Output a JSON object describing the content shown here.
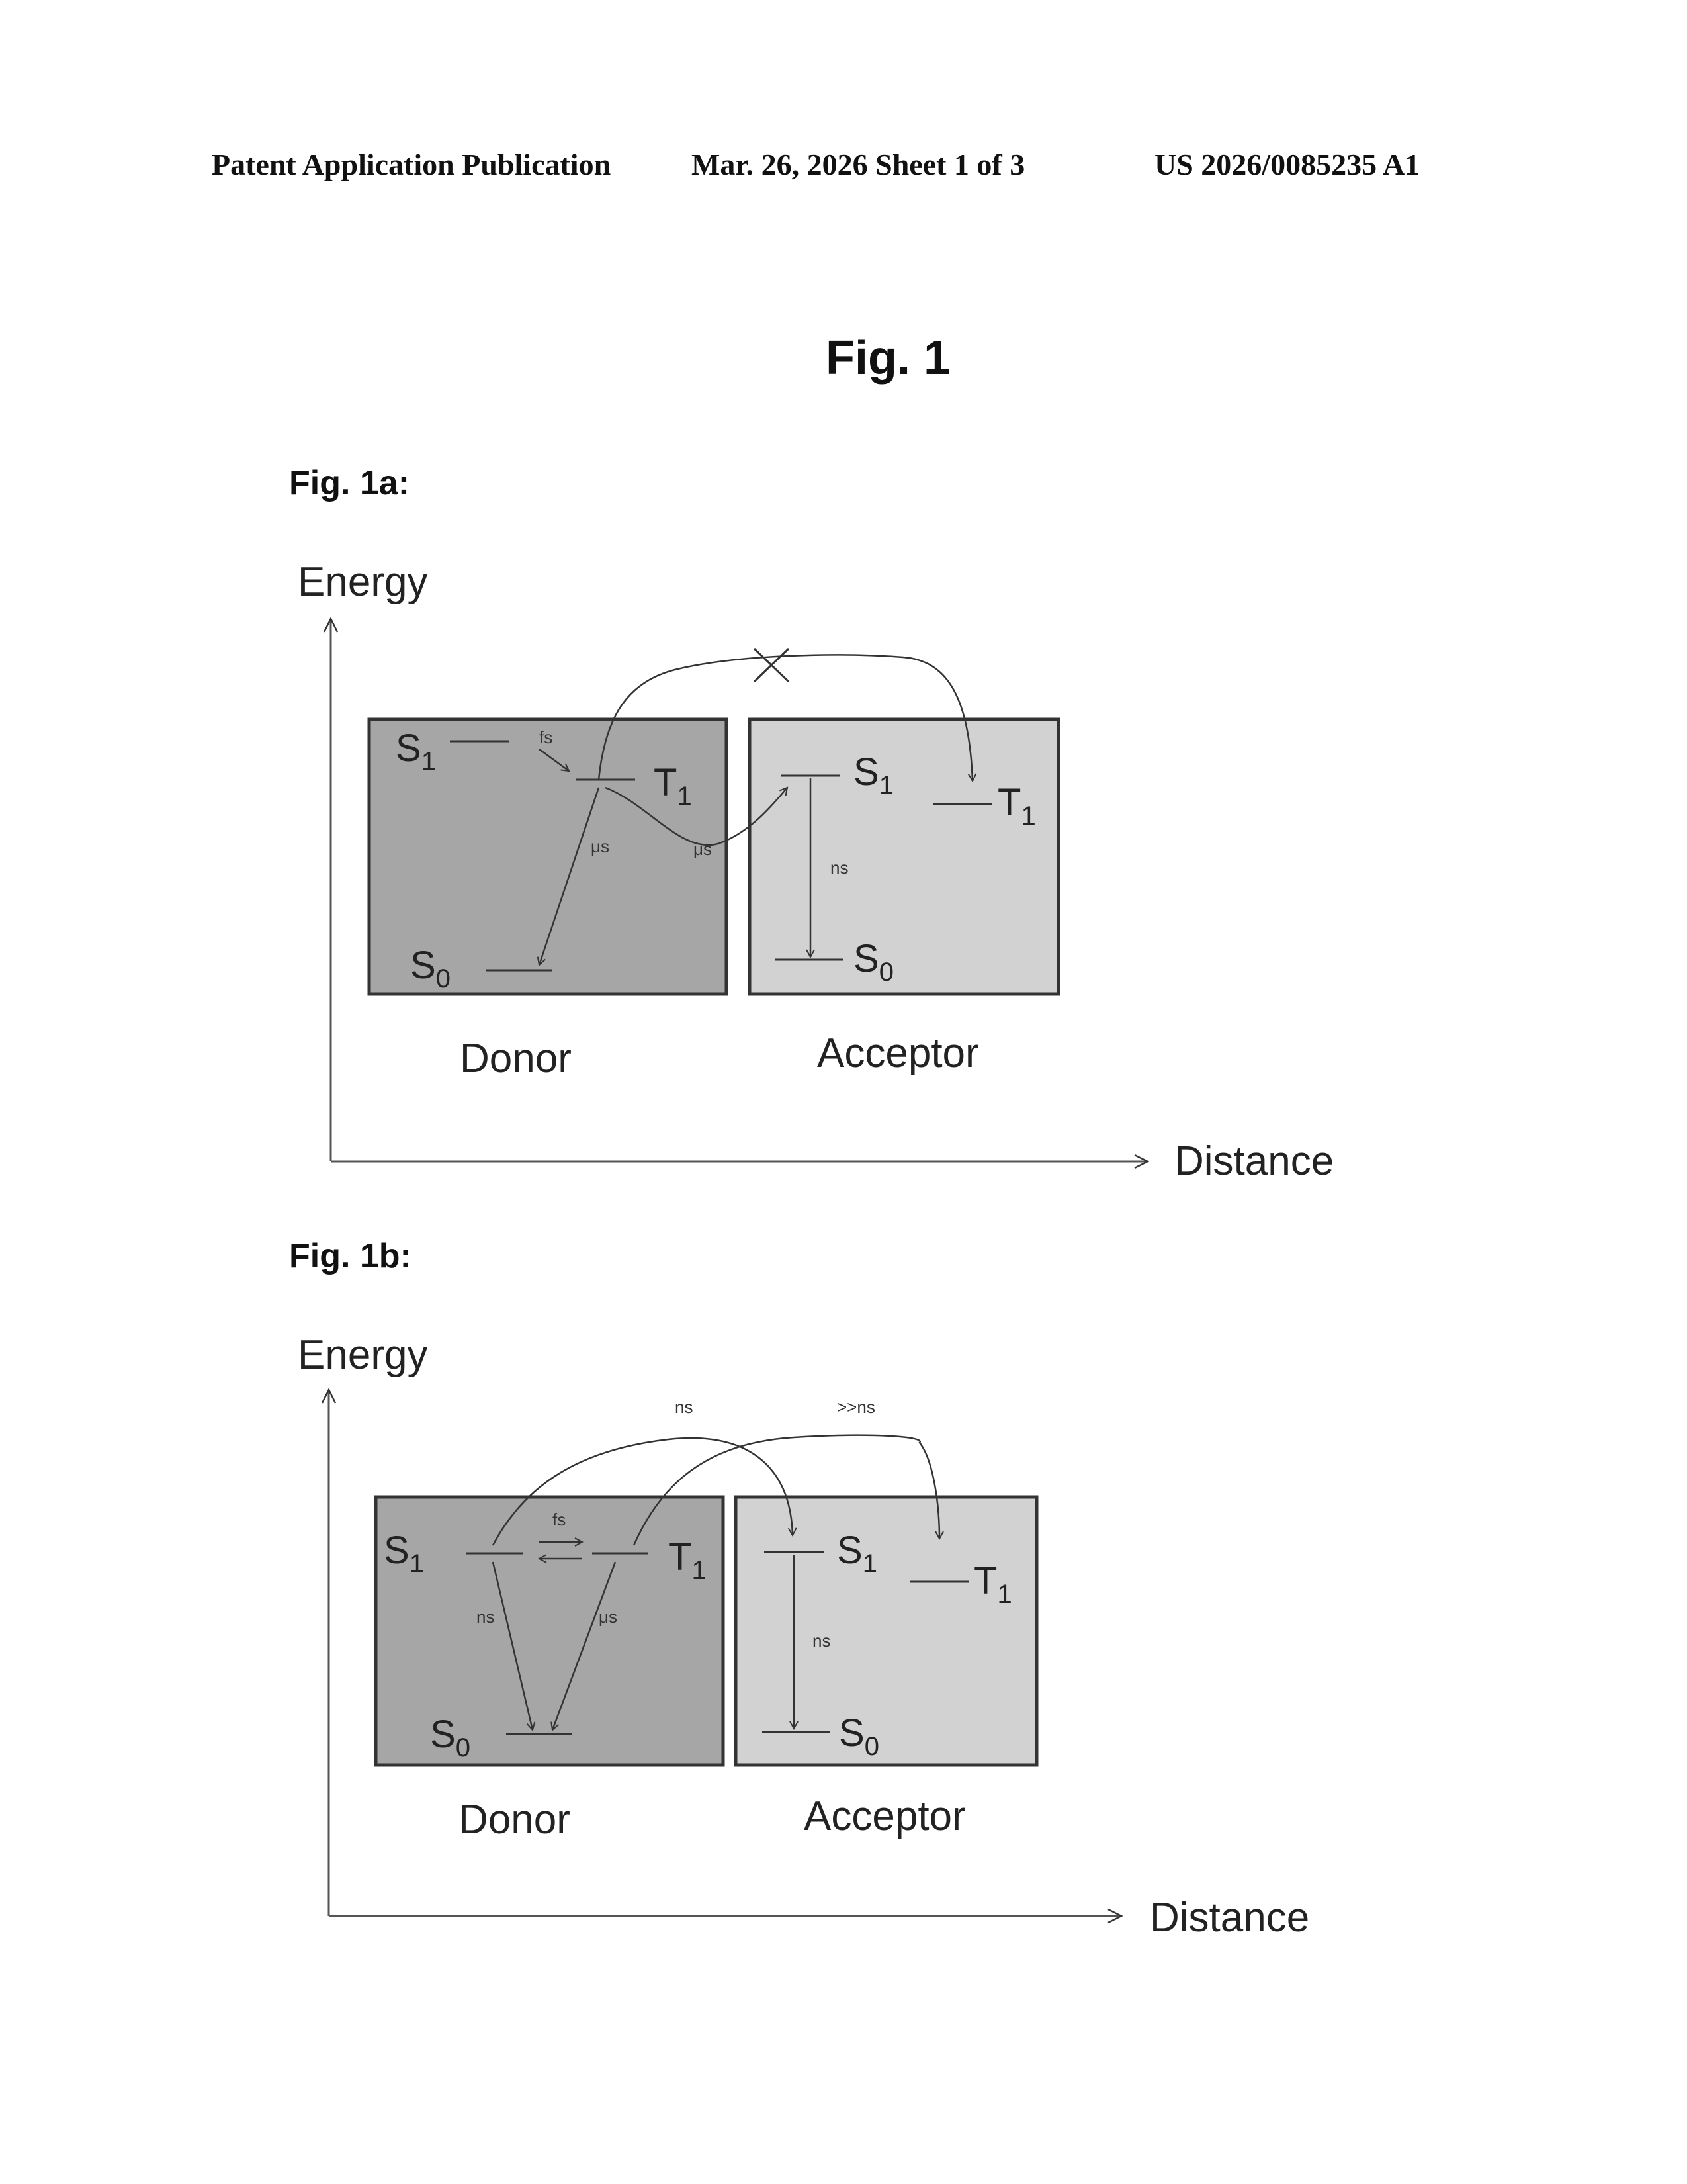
{
  "header": {
    "left": "Patent Application Publication",
    "middle": "Mar. 26, 2026  Sheet 1 of 3",
    "right": "US 2026/0085235 A1"
  },
  "figure_title": "Fig. 1",
  "fig1a": {
    "label": "Fig. 1a:",
    "y_axis": "Energy",
    "x_axis": "Distance",
    "donor": {
      "name": "Donor",
      "s1": "S",
      "s1_sub": "1",
      "t1": "T",
      "t1_sub": "1",
      "s0": "S",
      "s0_sub": "0",
      "isc_time": "fs",
      "t1_decay_time": "μs",
      "transfer_time": "μs"
    },
    "acceptor": {
      "name": "Acceptor",
      "s1": "S",
      "s1_sub": "1",
      "t1": "T",
      "t1_sub": "1",
      "s0": "S",
      "s0_sub": "0",
      "s1_decay_time": "ns"
    },
    "blocked_mark": "×"
  },
  "fig1b": {
    "label": "Fig. 1b:",
    "y_axis": "Energy",
    "x_axis": "Distance",
    "donor": {
      "name": "Donor",
      "s1": "S",
      "s1_sub": "1",
      "t1": "T",
      "t1_sub": "1",
      "s0": "S",
      "s0_sub": "0",
      "isc_time": "fs",
      "s1_decay_time": "ns",
      "t1_decay_time": "μs"
    },
    "acceptor": {
      "name": "Acceptor",
      "s1": "S",
      "s1_sub": "1",
      "t1": "T",
      "t1_sub": "1",
      "s0": "S",
      "s0_sub": "0",
      "s1_decay_time": "ns"
    },
    "transfer_s1_time": "ns",
    "transfer_t1_time": ">>ns"
  },
  "colors": {
    "donor_box": "#a6a6a6",
    "acceptor_box": "#d2d2d2",
    "line": "#444444"
  }
}
